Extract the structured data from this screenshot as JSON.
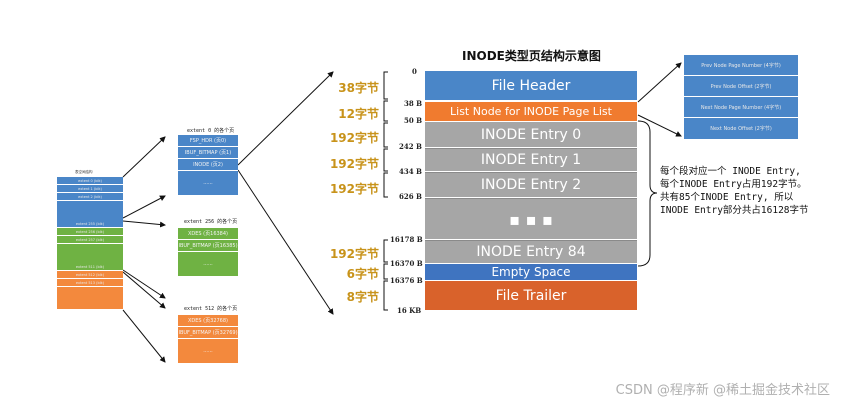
{
  "title": "INODE类型页结构示意图",
  "main_page": {
    "file_header": "File Header",
    "list_node": "List Node for INODE Page List",
    "entry_0": "INODE Entry 0",
    "entry_1": "INODE Entry 1",
    "entry_2": "INODE Entry 2",
    "ellipsis": "▪ ▪ ▪",
    "entry_84": "INODE Entry 84",
    "empty_space": "Empty Space",
    "file_trailer": "File Trailer"
  },
  "sizes": {
    "s38": "38字节",
    "s12": "12字节",
    "s192a": "192字节",
    "s192b": "192字节",
    "s192c": "192字节",
    "s192d": "192字节",
    "s6": "6字节",
    "s8": "8字节"
  },
  "offsets": {
    "o0": "0",
    "o38": "38 B",
    "o50": "50 B",
    "o242": "242 B",
    "o434": "434 B",
    "o626": "626 B",
    "o16178": "16178 B",
    "o16370": "16370 B",
    "o16376": "16376 B",
    "o16kb": "16 KB"
  },
  "list_node_detail": [
    "Prev Node Page Number (4字节)",
    "Prev Node Offset (2字节)",
    "Next Node Page Number (4字节)",
    "Next Node Offset (2字节)"
  ],
  "annotation": [
    "每个段对应一个 INODE Entry,",
    "每个INODE Entry占用192字节。",
    "共有85个INODE Entry, 所以",
    "INODE Entry部分共占16128字节"
  ],
  "left_stack": {
    "title": "表空间结构",
    "items": [
      "extent 0 (blk)",
      "extent 1 (blk)",
      "extent 2 (blk)",
      "extent 255 (blk)",
      "extent 256 (blk)",
      "extent 257 (blk)",
      "extent 511 (blk)",
      "extent 512 (blk)",
      "extent 513 (blk)"
    ]
  },
  "extent0": {
    "title": "extent 0 的各个页",
    "rows": [
      "FSP_HDR (页0)",
      "IBUF_BITMAP (页1)",
      "INODE (页2)",
      "......"
    ]
  },
  "extent256": {
    "title": "extent 256 的各个页",
    "rows": [
      "XDES (页16384)",
      "IBUF_BITMAP (页16385)",
      "......"
    ]
  },
  "extent512": {
    "title": "extent 512 的各个页",
    "rows": [
      "XDES (页32768)",
      "IBUF_BITMAP (页32769)",
      "......"
    ]
  },
  "watermark": "CSDN @程序新 @稀土掘金技术社区",
  "colors": {
    "blue": "#4a86c8",
    "gray": "#a6a6a6",
    "orange": "#f07b2f",
    "dark_orange": "#d9622b",
    "green": "#6fb243",
    "size_label": "#c8931a"
  }
}
